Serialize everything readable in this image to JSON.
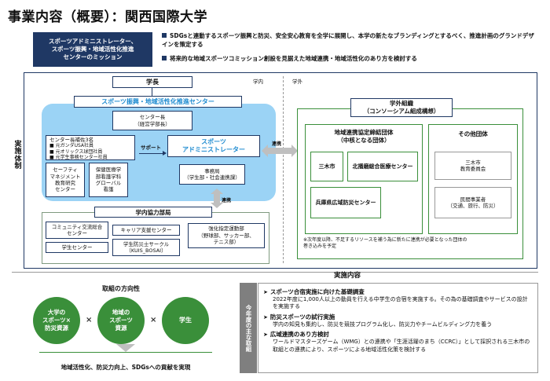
{
  "page_title": "事業内容（概要）：関西国際大学",
  "mission": {
    "label_lines": [
      "スポーツアドミニストレーター、",
      "スポーツ振興・地域活性化推進",
      "センターのミッション"
    ],
    "items": [
      "SDGsと連動するスポーツ振興と防災、安全安心教育を全学に展開し、本学の新たなブランディングとするべく、推進計画のグランドデザインを策定する",
      "将来的な地域スポーツコミッション創設を見据えた地域連携・地域活性化のあり方を検討する"
    ]
  },
  "structure": {
    "vertical_label": "実施体制",
    "president": "学長",
    "inside_label": "学内",
    "outside_label": "学外",
    "center_name": "スポーツ振興・地域活性化推進センター",
    "center_head_lines": [
      "センター長",
      "（経営学部長）"
    ],
    "assistants": {
      "title": "センター長補佐3名",
      "items": [
        "■ 元ガンダUSA社員",
        "■ 元オリックス球団社員",
        "■ 元学生事務センター社員"
      ]
    },
    "support_label": "サポート",
    "administrator_lines": [
      "スポーツ",
      "アドミニストレーター"
    ],
    "office_lines": [
      "事務局",
      "（学生部・社会連携課）"
    ],
    "safety_center_lines": [
      "セーフティ",
      "マネジメント",
      "教育研究",
      "センター"
    ],
    "health_dept_lines": [
      "保健医療学",
      "部看護学科",
      "グローバル",
      "看護"
    ],
    "campus_dept": {
      "title": "学内協力部局",
      "items": [
        {
          "lines": [
            "コミュニティ交流総合",
            "センター"
          ]
        },
        {
          "lines": [
            "キャリア支援センター"
          ]
        },
        {
          "lines": [
            "強化指定運動部",
            "（野球部、サッカー部、",
            "テニス部）"
          ]
        },
        {
          "lines": [
            "学生センター"
          ]
        },
        {
          "lines": [
            "学生防災士サークル",
            "（KUIS_BOSAI）"
          ]
        }
      ]
    },
    "coop_label_1": "連携",
    "coop_label_2": "連携",
    "external": {
      "title_lines": [
        "学外組織",
        "（コンソーシアム組成構想）"
      ],
      "regional_title_lines": [
        "地域連携協定締結団体",
        "（中核となる団体）"
      ],
      "members": [
        "三木市",
        "北播磨総合医療センター",
        "兵庫県広域防災センター"
      ],
      "others_title": "その他団体",
      "others": [
        {
          "lines": [
            "三木市",
            "教育委員会"
          ]
        },
        {
          "lines": [
            "民間事業者",
            "（交通、旅行、防災）"
          ]
        }
      ],
      "note_lines": [
        "※次年度以降、不足するリソースを補う為に新たに連携が必要となった団体の",
        "巻き込みを予定"
      ]
    }
  },
  "direction": {
    "title": "取組の方向性",
    "circles": [
      {
        "lines": [
          "大学の",
          "スポーツ×",
          "防災資源"
        ]
      },
      {
        "lines": [
          "地域の",
          "スポーツ",
          "資源"
        ]
      },
      {
        "lines": [
          "学生"
        ]
      }
    ],
    "times_symbol": "×",
    "summary": "地域活性化、防災力向上、SDGsへの貢献を実現"
  },
  "content": {
    "title": "実施内容",
    "side_label": "今年度の主な取組",
    "items": [
      {
        "mark": "➤",
        "head": "スポーツ合宿実施に向けた基礎調査",
        "body": "2022年度に1,000人以上の動員を行える中学生の合宿を実施する。その為の基礎調査やサービスの設計を実施する"
      },
      {
        "mark": "➤",
        "head": "防災スポーツの試行実施",
        "body": "学内の知見も集約し、防災を競技プログラム化し、防災力やチームビルディング力を養う"
      },
      {
        "mark": "➤",
        "head": "広域連携のあり方検討",
        "body": "ワールドマスターズゲーム（WMG）との連携や「生涯活躍のまち（CCRC）」として採択される三木市の取組との連携により、スポーツによる地域活性化策を検討する"
      }
    ]
  },
  "colors": {
    "navy": "#1f3864",
    "light_blue": "#9bd3f5",
    "accent_blue": "#1e8bd0",
    "green": "#3a8f3a",
    "gray": "#7f7f7f"
  }
}
